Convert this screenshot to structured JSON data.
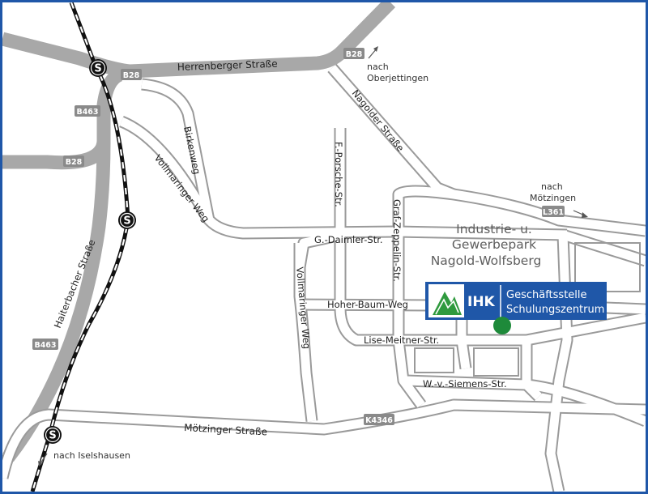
{
  "colors": {
    "frame": "#1f57a8",
    "major_road": "#a8a8a8",
    "minor_road_fill": "#ffffff",
    "minor_road_casing": "#9a9a9a",
    "rail": "#111111",
    "ihk_blue": "#1f57a8",
    "logo_green": "#2f9a3e",
    "marker_green": "#1e8a3a"
  },
  "route_shields": {
    "b28_top_right": "B28",
    "b28_top_left": "B28",
    "b463_upper": "B463",
    "b28_left": "B28",
    "b463_lower": "B463",
    "l361": "L361",
    "k4346": "K4346"
  },
  "streets": {
    "herrenberger": "Herrenberger Straße",
    "nagolder": "Nagolder Straße",
    "birkenweg": "Birkenweg",
    "vollmaringer_weg_upper": "Vollmaringer Weg",
    "haiterbacher": "Haiterbacher Straße",
    "f_porsche": "F.-Porsche-Str.",
    "graf_zeppelin": "Graf-Zeppelin-Str.",
    "g_daimler": "G.-Daimler-Str.",
    "hoher_baum": "Hoher-Baum-Weg",
    "vollmaringer_weg_lower": "Vollmaringer Weg",
    "lise_meitner": "Lise-Meitner-Str.",
    "siemens": "W.-v.-Siemens-Str.",
    "moetzinger": "Mötzinger Straße"
  },
  "directions": {
    "oberjettingen_1": "nach",
    "oberjettingen_2": "Oberjettingen",
    "moetzingen_1": "nach",
    "moetzingen_2": "Mötzingen",
    "iselshausen": "nach Iselshausen"
  },
  "area_label": {
    "line1": "Industrie- u.",
    "line2": "Gewerbepark",
    "line3": "Nagold-Wolfsberg"
  },
  "ihk": {
    "logo_text": "IHK",
    "line1": "Geschäftsstelle",
    "line2": "Schulungszentrum"
  },
  "icons": {
    "s_bahn": "S",
    "s_bahn_icon": "s-bahn-station-icon",
    "arrow_icon": "direction-arrow-icon",
    "logo_icon": "ihk-mountain-logo-icon",
    "marker_icon": "location-marker-icon"
  }
}
